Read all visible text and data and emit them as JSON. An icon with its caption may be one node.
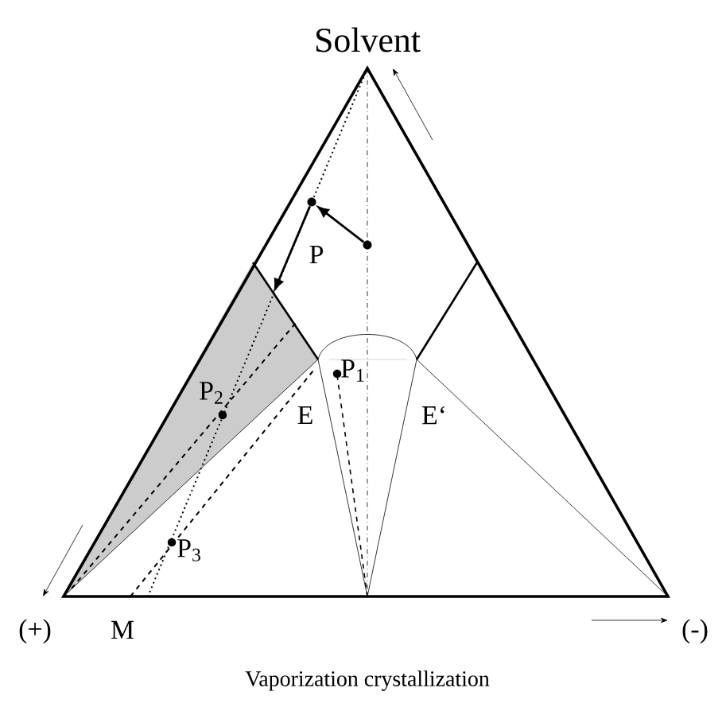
{
  "diagram": {
    "caption": "Vaporization crystallization",
    "nodes": [
      {
        "text": [],
        "shape": "circle"
      },
      {
        "text": [],
        "shape": "circle"
      }
    ],
    "edges": [
      {
        "from": 0,
        "to": 1,
        "arrow": "to"
      },
      {
        "from": 1,
        "to": null,
        "arrow": "to"
      }
    ],
    "labels": [
      "Solvent",
      "P",
      "P$_{1}$",
      "P$_{2}$",
      "E",
      "E‘",
      "P$_{3}$",
      "(+)",
      "M",
      "(-)"
    ]
  }
}
